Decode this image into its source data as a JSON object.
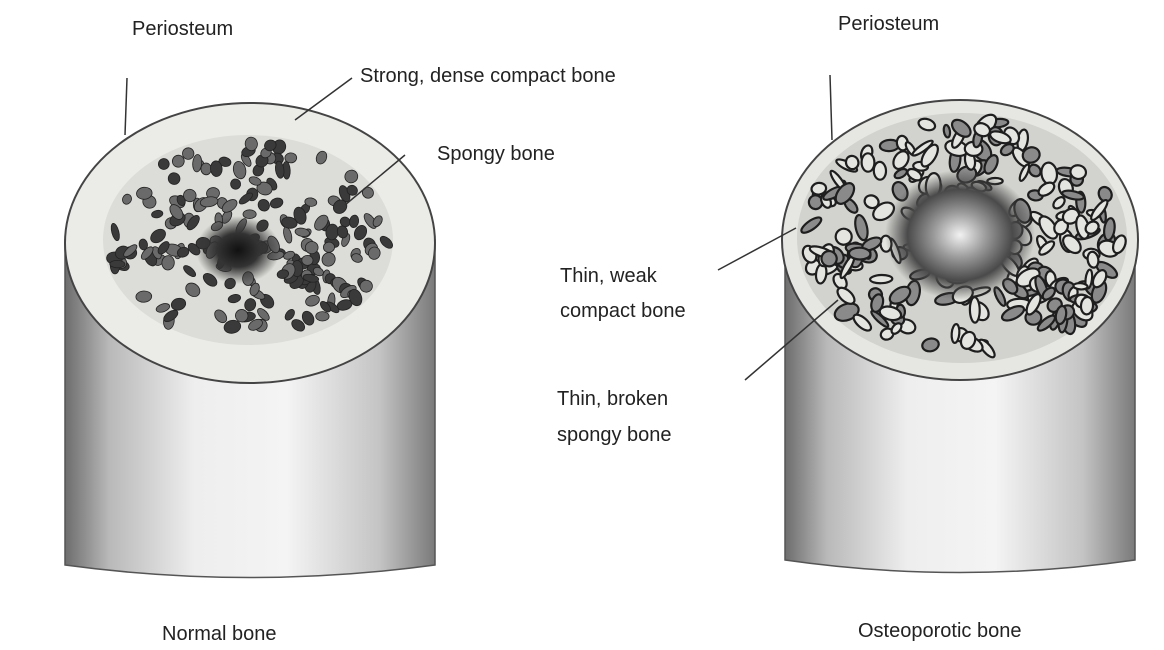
{
  "figure": {
    "normal": {
      "periosteum": "Periosteum",
      "compact": "Strong, dense compact bone",
      "spongy": "Spongy bone",
      "caption": "Normal bone"
    },
    "osteoporotic": {
      "periosteum": "Periosteum",
      "compact_line1": "Thin, weak",
      "compact_line2": "compact bone",
      "spongy_line1": "Thin, broken",
      "spongy_line2": "spongy bone",
      "caption": "Osteoporotic bone"
    }
  },
  "colors": {
    "ink": "#222222",
    "compact": "#e9e9e6",
    "shaft": "#d8d8d8",
    "hole": "#2a2a2a"
  }
}
